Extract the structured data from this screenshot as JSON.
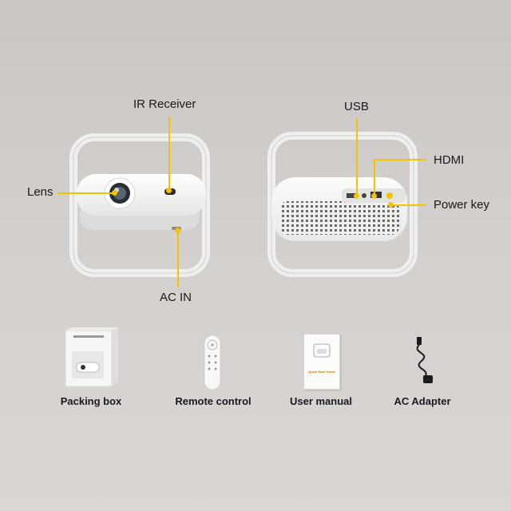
{
  "front_view": {
    "callouts": {
      "ir_receiver": "IR Receiver",
      "lens": "Lens",
      "ac_in": "AC IN"
    }
  },
  "back_view": {
    "callouts": {
      "usb": "USB",
      "hdmi": "HDMI",
      "power_key": "Power key"
    }
  },
  "accessories": [
    {
      "label": "Packing box"
    },
    {
      "label": "Remote control"
    },
    {
      "label": "User manual",
      "cover_text": "Quick Start Guide"
    },
    {
      "label": "AC Adapter"
    }
  ],
  "colors": {
    "leader_line": "#f2c300",
    "device_body": "#f4f4f3",
    "background": "#cfccca"
  }
}
